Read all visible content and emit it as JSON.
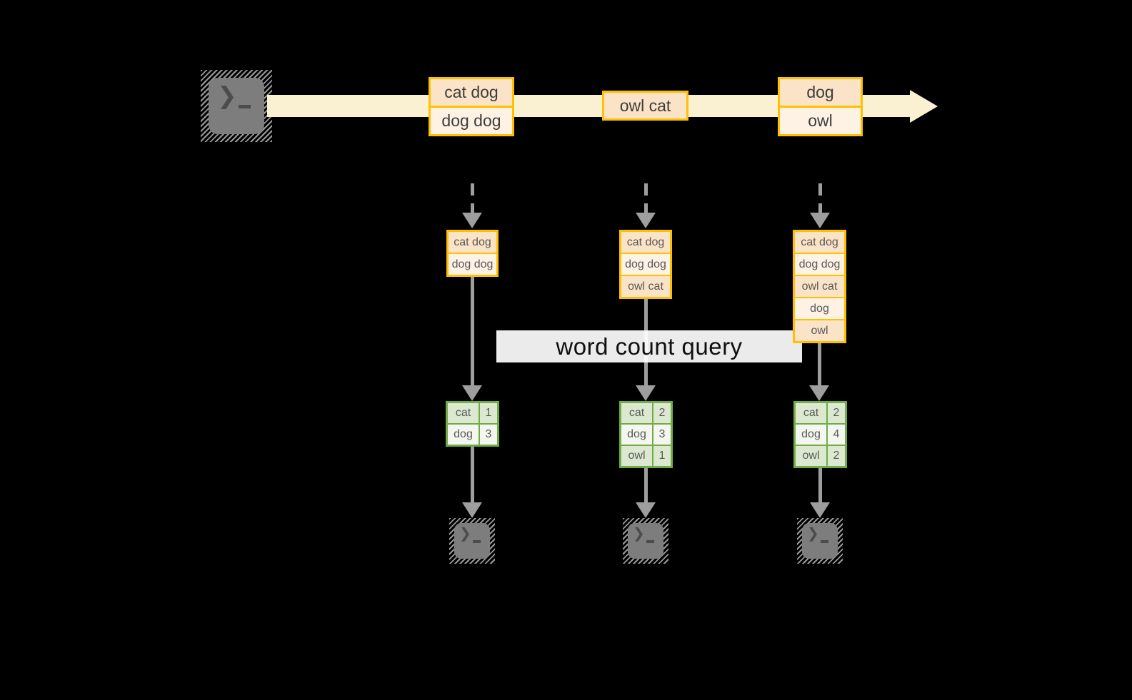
{
  "diagram": {
    "query_label": "word count query",
    "prompt_glyph": "❯",
    "timeline": {
      "batches": [
        {
          "cells": [
            "cat dog",
            "dog dog"
          ]
        },
        {
          "cells": [
            "owl cat"
          ]
        },
        {
          "cells": [
            "dog",
            "owl"
          ]
        }
      ]
    },
    "columns": [
      {
        "stack": [
          "cat dog",
          "dog dog"
        ],
        "counts": [
          {
            "word": "cat",
            "value": "1"
          },
          {
            "word": "dog",
            "value": "3"
          }
        ]
      },
      {
        "stack": [
          "cat dog",
          "dog dog",
          "owl cat"
        ],
        "counts": [
          {
            "word": "cat",
            "value": "2"
          },
          {
            "word": "dog",
            "value": "3"
          },
          {
            "word": "owl",
            "value": "1"
          }
        ]
      },
      {
        "stack": [
          "cat dog",
          "dog dog",
          "owl cat",
          "dog",
          "owl"
        ],
        "counts": [
          {
            "word": "cat",
            "value": "2"
          },
          {
            "word": "dog",
            "value": "4"
          },
          {
            "word": "owl",
            "value": "2"
          }
        ]
      }
    ]
  },
  "colors": {
    "background": "#000000",
    "stream_band": "#FAF1D3",
    "batch_border": "#FFC000",
    "batch_cell_dark": "#FAE3C6",
    "batch_cell_light": "#FDF2E4",
    "result_border": "#70AD47",
    "result_row_green": "#DCE9D0",
    "result_row_white": "#F3F7EF",
    "arrow_gray": "#9E9E9E",
    "terminal_gray": "#7D7D7D",
    "query_band_bg": "#FFFFFF",
    "text_dark": "#3D3D3D"
  }
}
